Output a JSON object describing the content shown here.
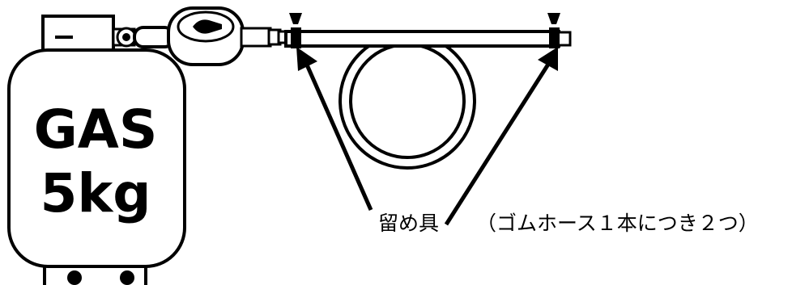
{
  "cylinder": {
    "label_line1": "GAS",
    "label_line2": "5kg"
  },
  "annotation": {
    "fastener_label": "留め具",
    "fastener_note": "（ゴムホース１本につき２つ）"
  },
  "colors": {
    "line": "#000000",
    "fill": "#ffffff"
  },
  "icons": {
    "cylinder": "gas-cylinder-icon",
    "regulator": "pressure-regulator-icon",
    "hose": "coiled-rubber-hose-icon",
    "clamp": "hose-clamp-icon",
    "arrow": "pointer-arrow-icon"
  }
}
